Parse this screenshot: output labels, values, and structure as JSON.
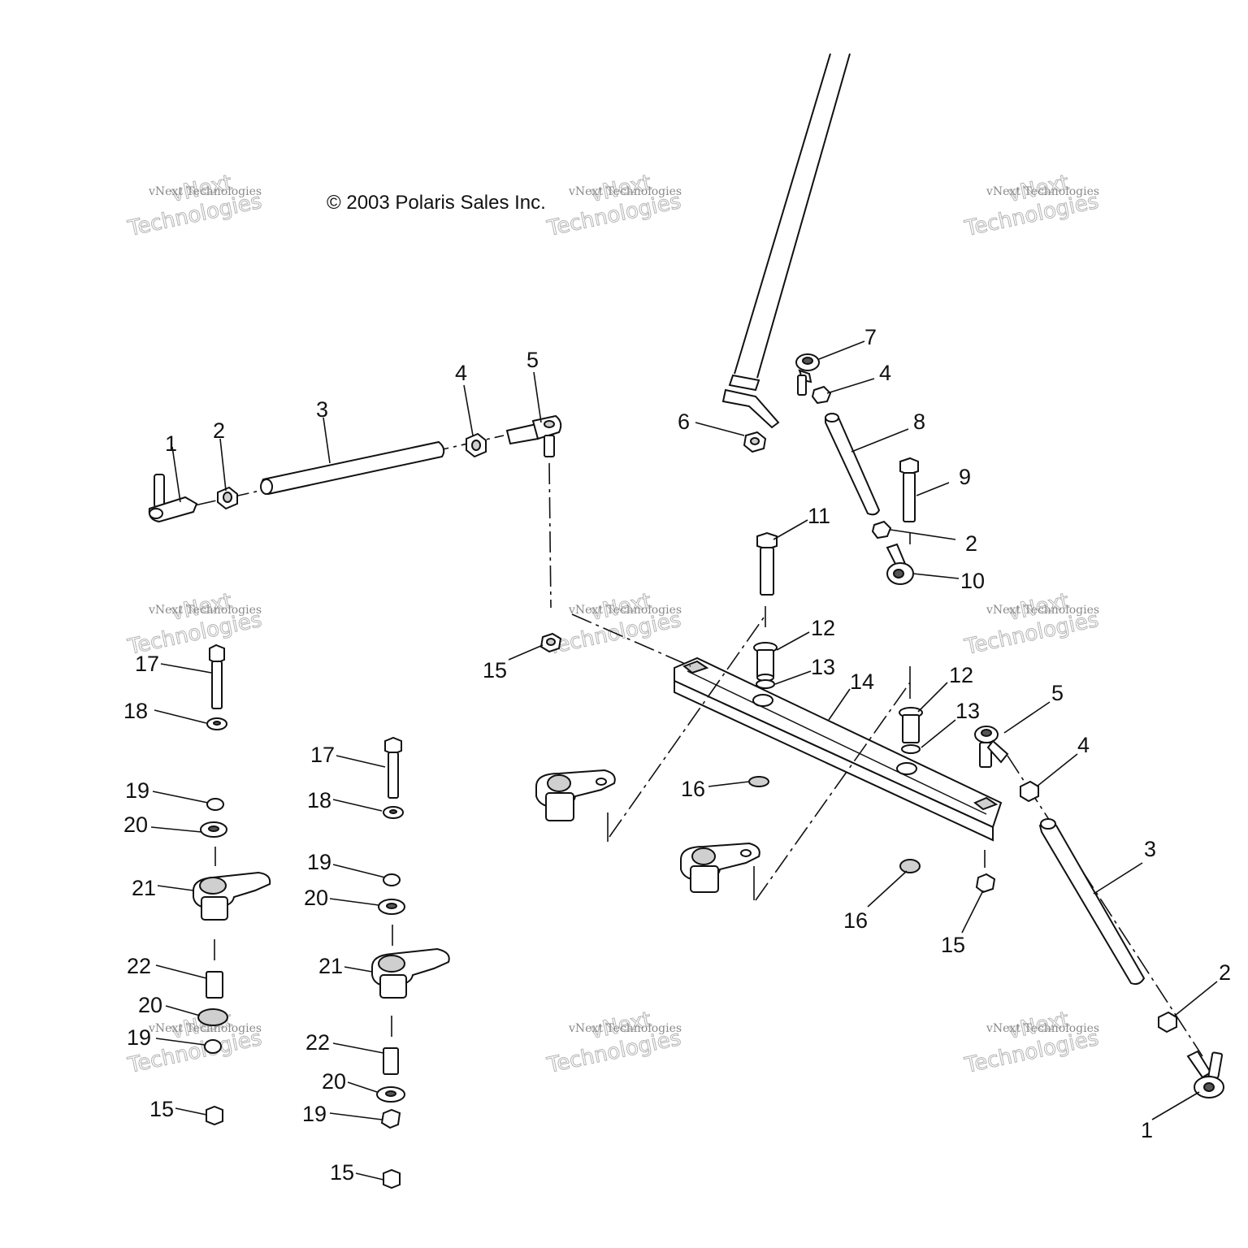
{
  "copyright": "© 2003 Polaris Sales Inc.",
  "watermark": {
    "small": "vNext Technologies",
    "big_lines": [
      "vNext",
      "Technologies"
    ]
  },
  "callouts": {
    "c1a": "1",
    "c1b": "1",
    "c2a": "2",
    "c2b": "2",
    "c2c": "2",
    "c3a": "3",
    "c3b": "3",
    "c4a": "4",
    "c4b": "4",
    "c4c": "4",
    "c5a": "5",
    "c5b": "5",
    "c6": "6",
    "c7": "7",
    "c8": "8",
    "c9": "9",
    "c10": "10",
    "c11": "11",
    "c12a": "12",
    "c12b": "12",
    "c13a": "13",
    "c13b": "13",
    "c14": "14",
    "c15a": "15",
    "c15b": "15",
    "c15c": "15",
    "c15d": "15",
    "c16a": "16",
    "c16b": "16",
    "c17a": "17",
    "c17b": "17",
    "c18a": "18",
    "c18b": "18",
    "c19a": "19",
    "c19b": "19",
    "c19c": "19",
    "c19d": "19",
    "c20a": "20",
    "c20b": "20",
    "c20c": "20",
    "c20d": "20",
    "c21a": "21",
    "c21b": "21",
    "c22a": "22",
    "c22b": "22"
  }
}
